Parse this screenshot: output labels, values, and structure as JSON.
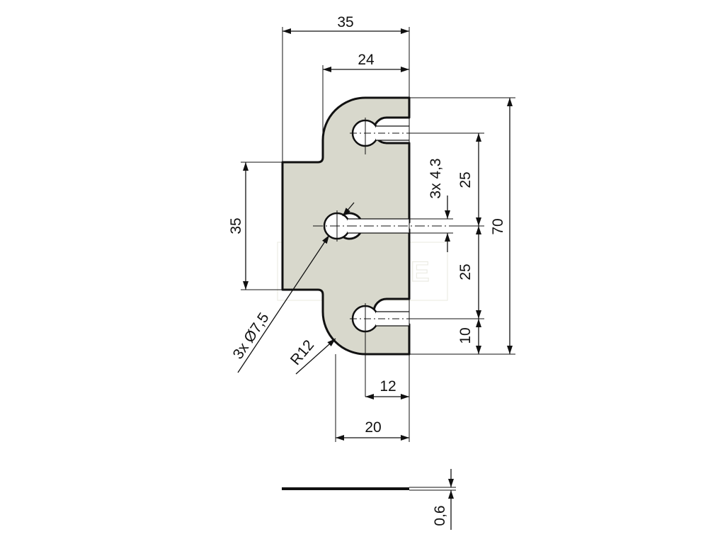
{
  "drawing": {
    "watermark": "KOVANIE",
    "dimensions": {
      "overall_width": "35",
      "upper_width": "24",
      "left_height": "35",
      "hole_spacing_upper": "25",
      "hole_spacing_lower": "25",
      "bottom_hole_offset": "10",
      "overall_height": "70",
      "slot_width": "3x 4,3",
      "hole_diameter": "3x Ø7,5",
      "corner_radius": "R12",
      "hole_from_edge": "12",
      "lower_width": "20",
      "thickness": "0,6"
    }
  }
}
